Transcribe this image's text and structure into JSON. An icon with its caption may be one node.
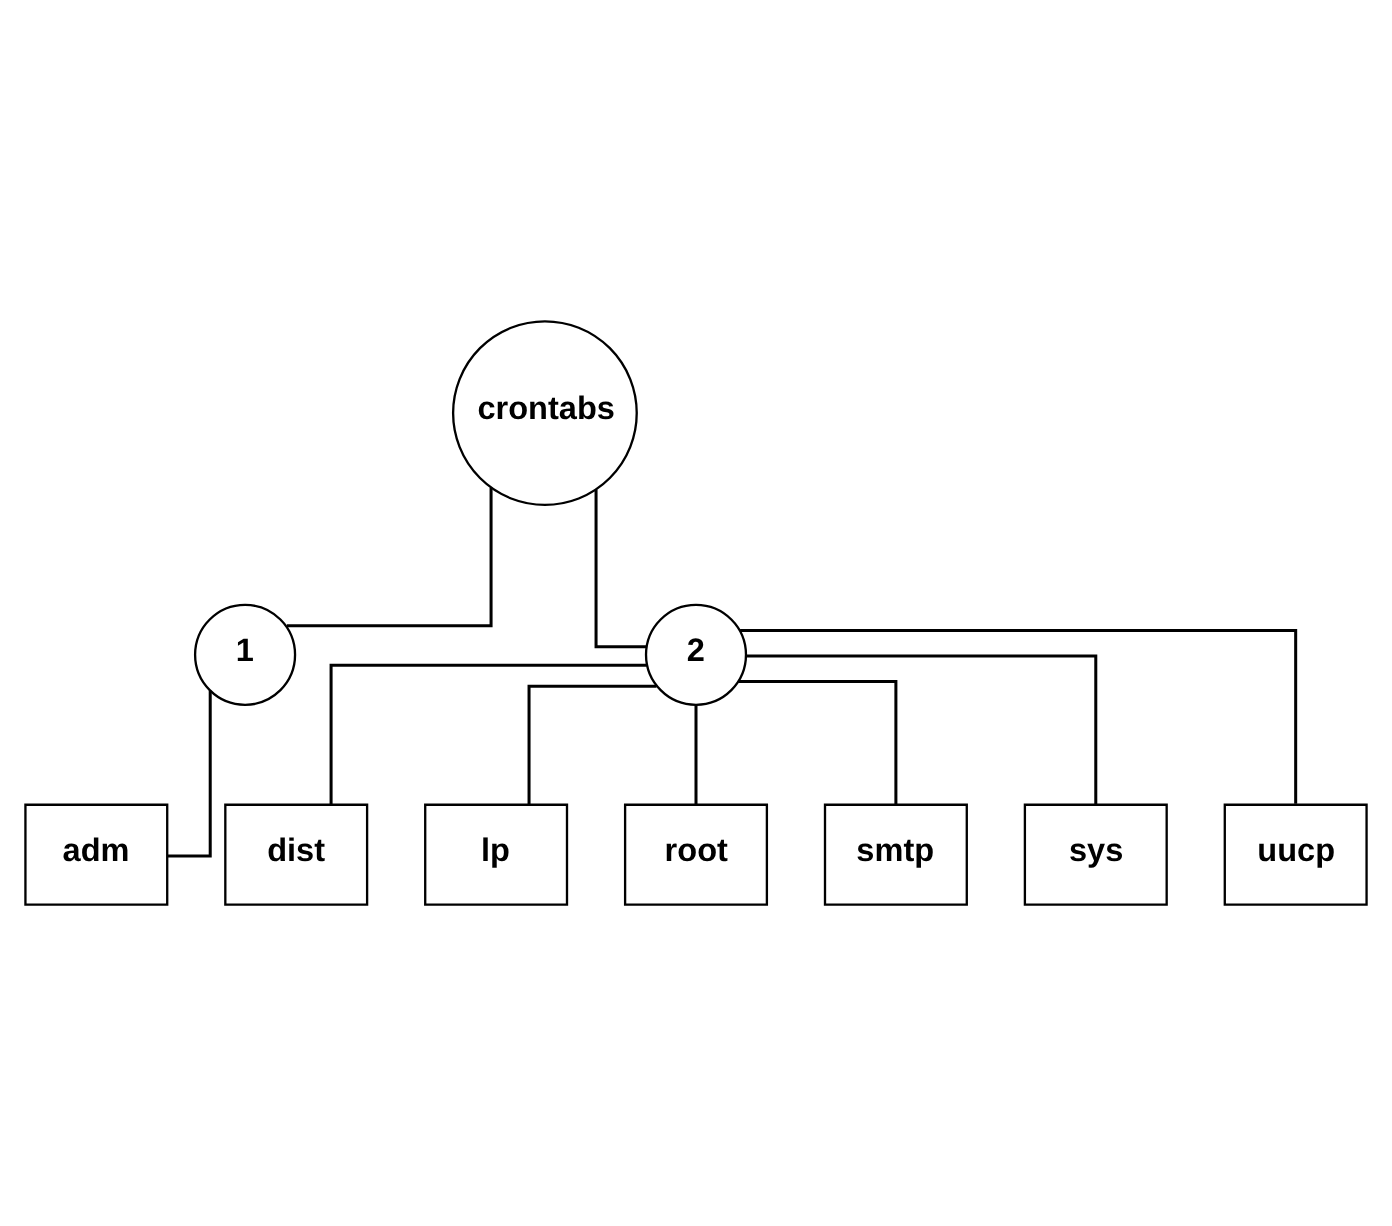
{
  "diagram": {
    "nodes": [
      {
        "text": [
          "crontabs"
        ]
      },
      {
        "text": [
          "1"
        ]
      },
      {
        "text": [
          "2"
        ]
      },
      {
        "text": [
          "adm"
        ]
      },
      {
        "text": [
          "dist"
        ]
      },
      {
        "text": [
          "lp"
        ]
      },
      {
        "text": [
          "root"
        ]
      },
      {
        "text": [
          "smtp"
        ]
      },
      {
        "text": [
          "sys"
        ]
      },
      {
        "text": [
          "uucp"
        ]
      }
    ],
    "edges": [
      {
        "from": 0,
        "to": 1,
        "arrow": "none"
      },
      {
        "from": 0,
        "to": 2,
        "arrow": "none"
      },
      {
        "from": 1,
        "to": 3,
        "arrow": "none"
      },
      {
        "from": 2,
        "to": 4,
        "arrow": "none"
      },
      {
        "from": 2,
        "to": 5,
        "arrow": "none"
      },
      {
        "from": 2,
        "to": 6,
        "arrow": "none"
      },
      {
        "from": 2,
        "to": 7,
        "arrow": "none"
      },
      {
        "from": 2,
        "to": 8,
        "arrow": "none"
      },
      {
        "from": 2,
        "to": 9,
        "arrow": "none"
      }
    ]
  }
}
